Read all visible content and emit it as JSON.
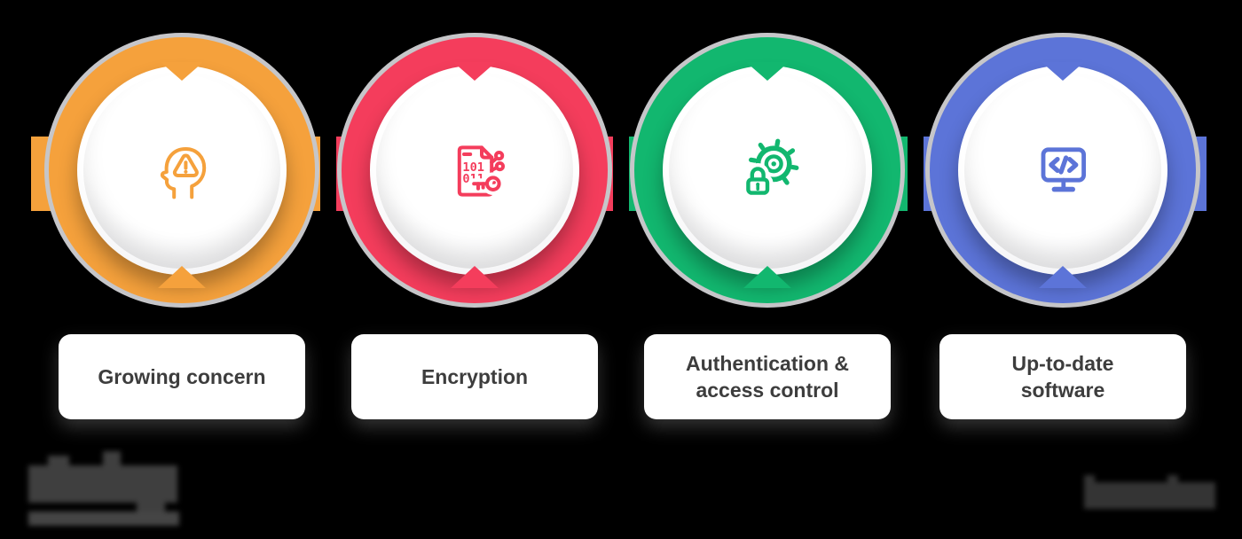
{
  "canvas": {
    "background": "#000000",
    "label_text_color": "#3D3D3D"
  },
  "steps": [
    {
      "name": "growing-concern",
      "icon": "mind-alert-icon",
      "color": "#F5A13C",
      "color_dark": "#D9821F",
      "lines": [
        "Growing concern",
        ""
      ]
    },
    {
      "name": "encryption",
      "icon": "binary-file-key-icon",
      "color": "#F43D5C",
      "color_dark": "#CE2347",
      "lines": [
        "Encryption",
        ""
      ]
    },
    {
      "name": "authentication-access-control",
      "icon": "gear-lock-icon",
      "color": "#12B76F",
      "color_dark": "#0B8F55",
      "lines": [
        "Authentication &",
        "access control"
      ]
    },
    {
      "name": "up-to-date-software",
      "icon": "code-monitor-icon",
      "color": "#5C74D8",
      "color_dark": "#4156B8",
      "lines": [
        "Up-to-date",
        "software"
      ]
    }
  ],
  "footer": {
    "left_logo_text": "",
    "right_logo_text": ""
  }
}
